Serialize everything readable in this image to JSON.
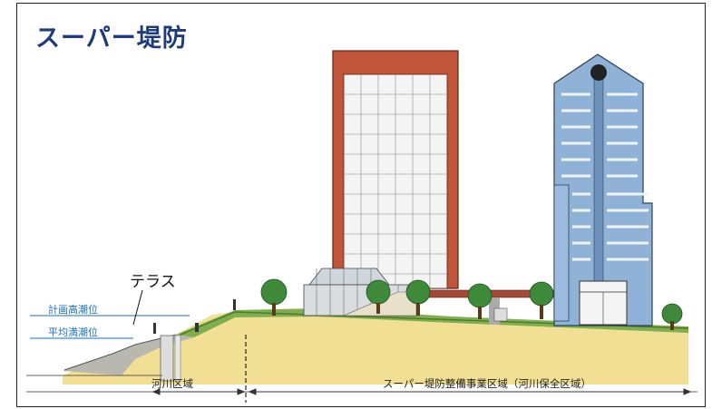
{
  "title": "スーパー堤防",
  "terrace_label": "テラス",
  "water_levels": {
    "planned_high_tide": "計画高潮位",
    "mean_high_water": "平均満潮位"
  },
  "zones": {
    "river_area": "河川区域",
    "super_levee_area": "スーパー堤防整備事業区域（河川保全区域）"
  },
  "colors": {
    "title": "#1f3b7a",
    "water_line": "#1a6fb5",
    "levee_grass": "#7fae4e",
    "ground": "#f1df94",
    "tower_frame": "#c1553a",
    "tower_blue": "#8fb2d6"
  }
}
